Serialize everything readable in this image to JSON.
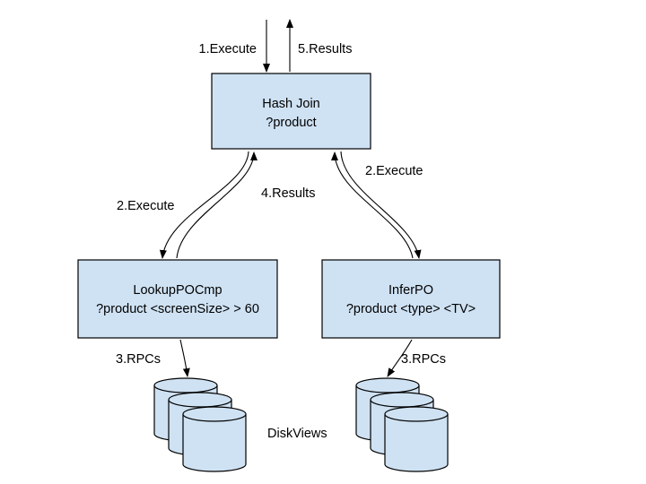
{
  "colors": {
    "box_fill": "#cfe2f3",
    "stroke": "#000000",
    "background": "#ffffff"
  },
  "nodes": {
    "hash_join": {
      "line1": "Hash Join",
      "line2": "?product"
    },
    "lookup": {
      "line1": "LookupPOCmp",
      "line2": "?product <screenSize> > 60"
    },
    "infer": {
      "line1": "InferPO",
      "line2": "?product <type> <TV>"
    }
  },
  "edge_labels": {
    "execute_top": "1.Execute",
    "results_top": "5.Results",
    "execute_left": "2.Execute",
    "results_left": "4.Results",
    "execute_right": "2.Execute",
    "rpcs_left": "3.RPCs",
    "rpcs_right": "3.RPCs"
  },
  "storage_label": "DiskViews"
}
